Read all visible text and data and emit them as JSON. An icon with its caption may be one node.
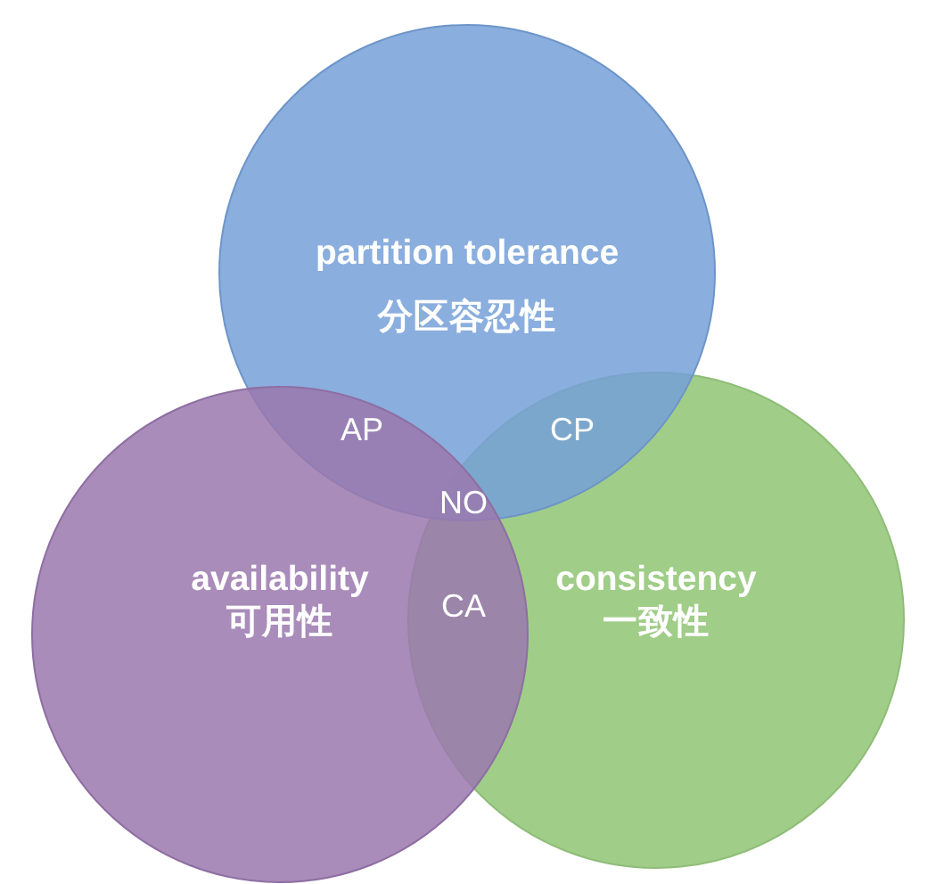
{
  "diagram": {
    "nodes": [
      {
        "text": [
          "partition tolerance",
          "分区容忍性"
        ]
      },
      {
        "text": [
          "availability",
          "可用性"
        ]
      },
      {
        "text": [
          "consistency",
          "一致性"
        ]
      }
    ],
    "labels": [
      "AP",
      "CP",
      "NO",
      "CA"
    ]
  }
}
